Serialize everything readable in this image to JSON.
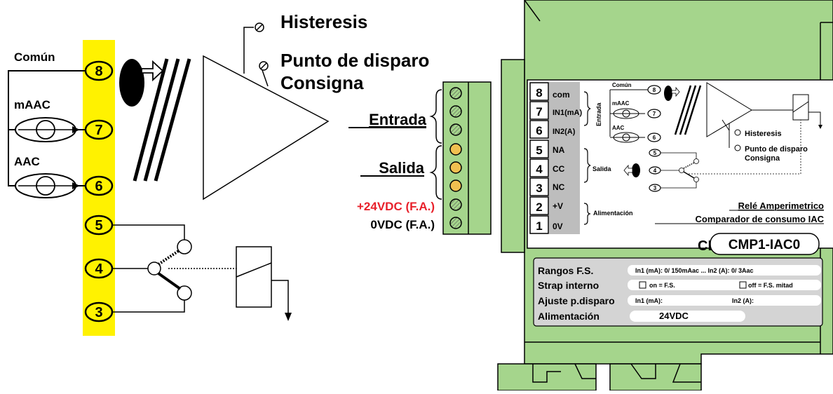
{
  "left_diagram": {
    "inputs": {
      "comun_label": "Común",
      "maac_label": "mAAC",
      "aac_label": "AAC"
    },
    "terminals": [
      "8",
      "7",
      "6",
      "5",
      "4",
      "3"
    ],
    "adjustments": {
      "histeresis": "Histeresis",
      "punto_disparo": "Punto de disparo",
      "consigna": "Consigna"
    }
  },
  "terminal_block": {
    "entrada_label": "Entrada",
    "salida_label": "Salida",
    "supply_plus_label": "+24VDC (F.A.)",
    "supply_zero_label": "0VDC (F.A.)",
    "supply_plus_color": "#e8212b"
  },
  "module": {
    "housing_color": "#a5d58c",
    "terminal_rows": [
      {
        "num": "8",
        "label": "com"
      },
      {
        "num": "7",
        "label": "IN1(mA)"
      },
      {
        "num": "6",
        "label": "IN2(A)"
      },
      {
        "num": "5",
        "label": "NA"
      },
      {
        "num": "4",
        "label": "CC"
      },
      {
        "num": "3",
        "label": "NC"
      },
      {
        "num": "2",
        "label": "+V"
      },
      {
        "num": "1",
        "label": "0V"
      }
    ],
    "group_labels": {
      "entrada": "Entrada",
      "salida": "Salida",
      "alimentacion": "Alimentación"
    },
    "mini_diagram": {
      "comun": "Común",
      "maac": "mAAC",
      "aac": "AAC",
      "histeresis": "Histeresis",
      "punto_disparo": "Punto de disparo",
      "consigna": "Consigna",
      "terminals": [
        "8",
        "7",
        "6",
        "5",
        "4",
        "3"
      ]
    },
    "title_line1": "Relé Amperimetrico",
    "title_line2": "Comparador de consumo IAC",
    "ce_mark": "CE",
    "model": "CMP1-IAC0",
    "spec_table": {
      "rangos_label": "Rangos F.S.",
      "rangos_value": "In1 (mA): 0/ 150mAac   ...   In2 (A): 0/  3Aac",
      "strap_label": "Strap interno",
      "strap_option1": "on = F.S.",
      "strap_option2": "off = F.S. mitad",
      "ajuste_label": "Ajuste p.disparo",
      "ajuste_in1": "In1 (mA):",
      "ajuste_in2": "In2 (A):",
      "alimentacion_label": "Alimentación",
      "alimentacion_value": "24VDC"
    }
  }
}
